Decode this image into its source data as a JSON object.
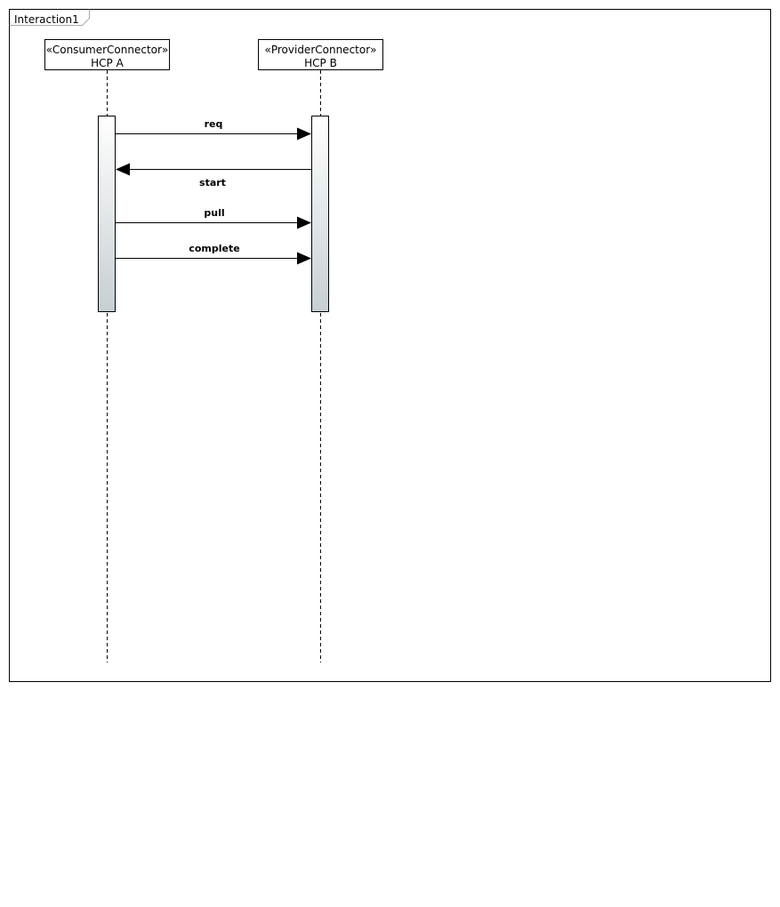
{
  "frame": {
    "title": "Interaction1"
  },
  "lifelines": [
    {
      "id": "a",
      "stereotype": "«ConsumerConnector»",
      "name": "HCP A"
    },
    {
      "id": "b",
      "stereotype": "«ProviderConnector»",
      "name": "HCP B"
    }
  ],
  "messages": [
    {
      "label": "req",
      "from": "a",
      "to": "b"
    },
    {
      "label": "start",
      "from": "b",
      "to": "a"
    },
    {
      "label": "pull",
      "from": "a",
      "to": "b"
    },
    {
      "label": "complete",
      "from": "a",
      "to": "b"
    }
  ],
  "colors": {
    "line": "#000000",
    "activation_top": "#ffffff",
    "activation_bottom": "#c6cfd3"
  }
}
